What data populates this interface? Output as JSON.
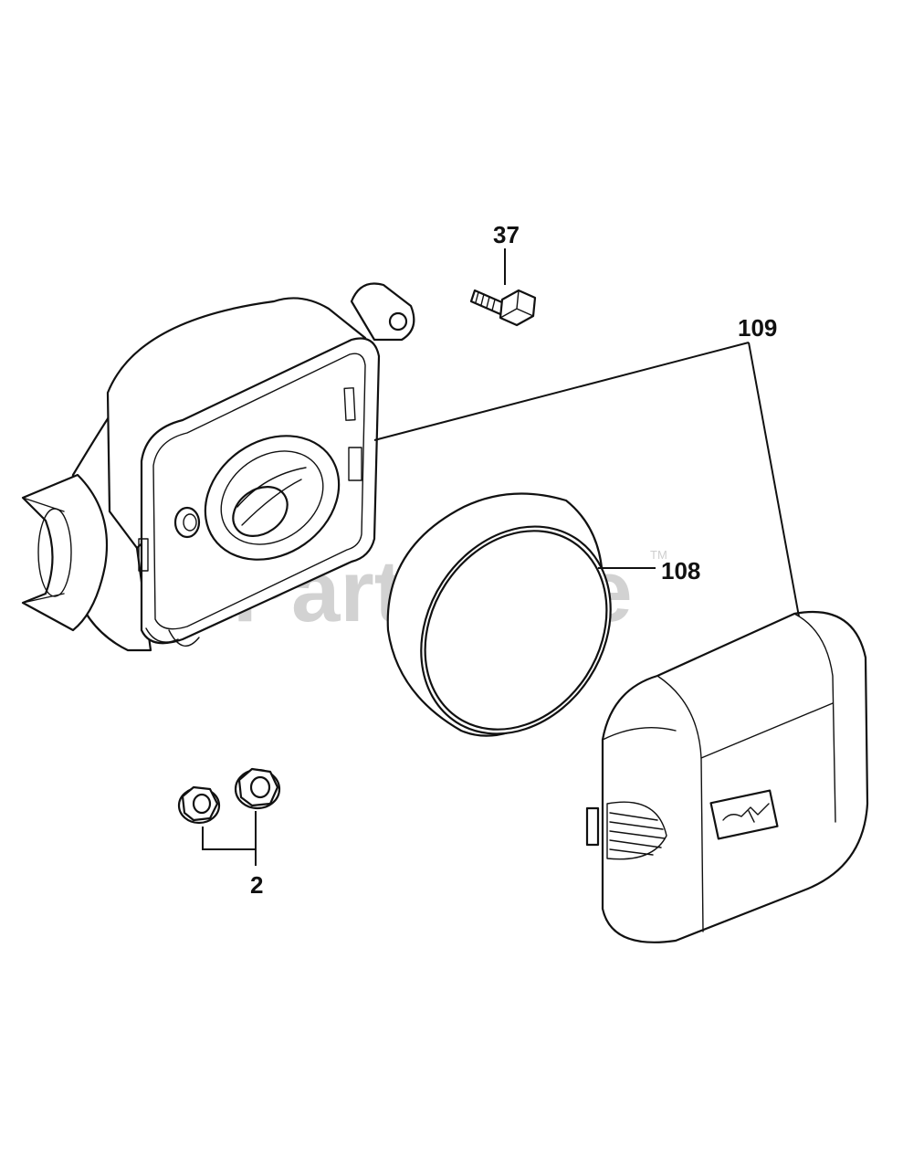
{
  "watermark": {
    "text": "PartsTree",
    "trademark": "TM"
  },
  "callouts": {
    "screw": "37",
    "base_and_cover": "109",
    "filter": "108",
    "nuts": "2"
  }
}
